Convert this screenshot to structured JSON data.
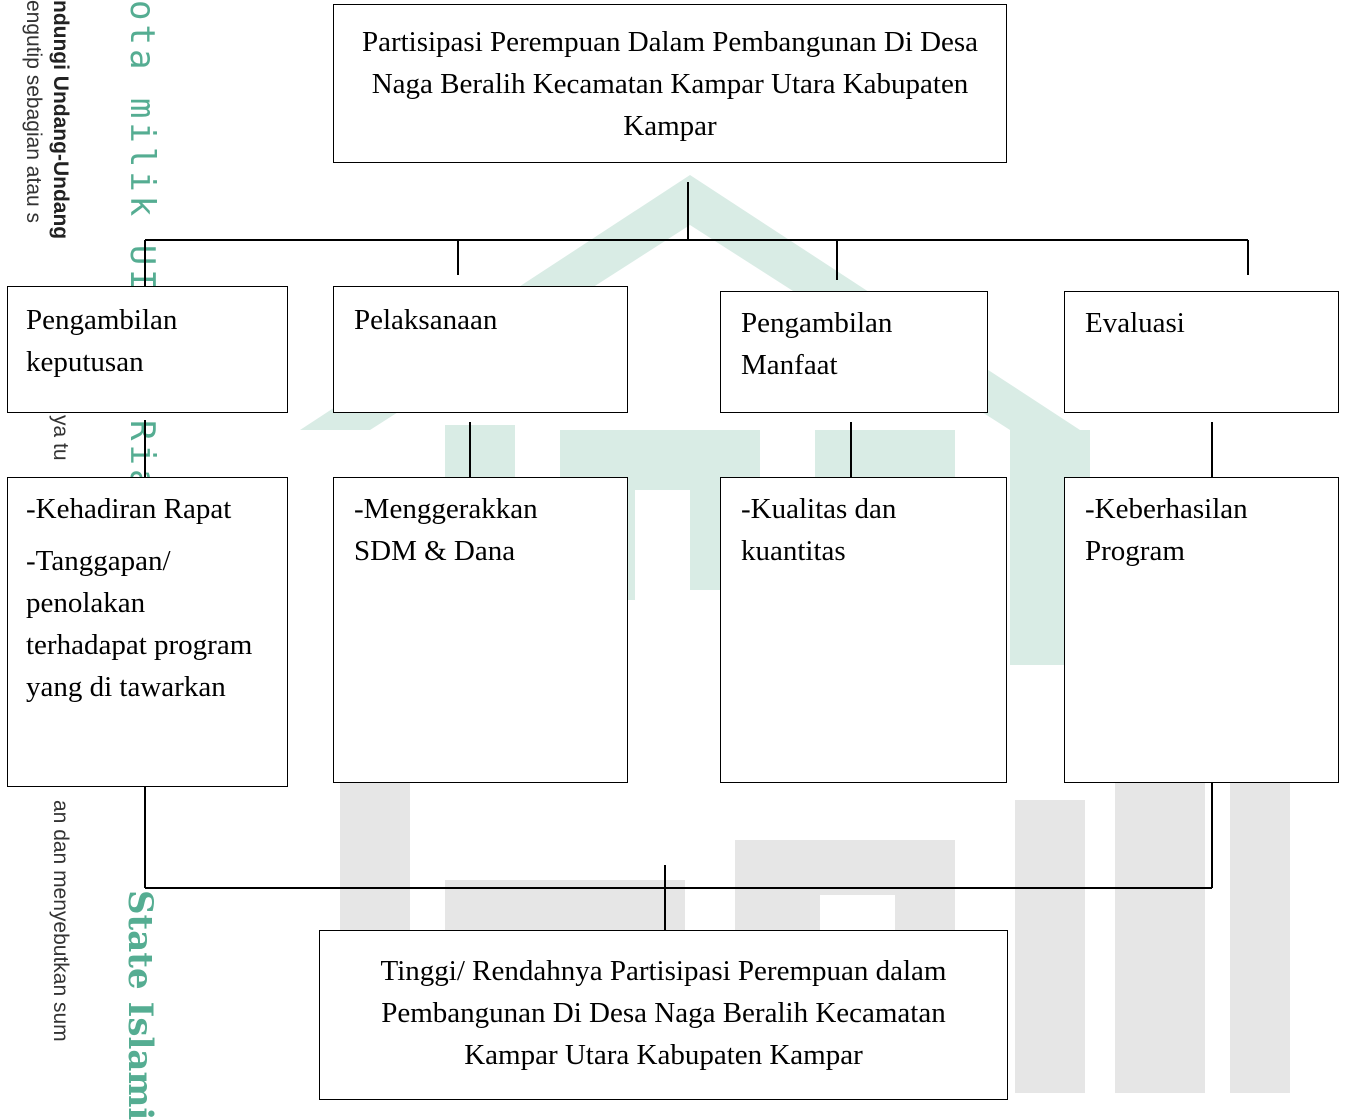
{
  "watermark": {
    "side_text_1": "ndungi Undang-Undang",
    "side_text_2": "engutip sebagian atau s",
    "side_text_3": "ya tu",
    "side_text_4": "an dan menyebutkan sum",
    "green_top": "ota milik UIN S",
    "green_mid": "Riau",
    "green_bottom": "State Islami",
    "colors": {
      "green": "#55ad92",
      "watermark_green": "#d9ece5",
      "watermark_gray": "#e6e6e6"
    }
  },
  "diagram": {
    "top_box": "Partisipasi Perempuan Dalam Pembangunan Di Desa Naga Beralih Kecamatan Kampar Utara Kabupaten Kampar",
    "categories": [
      {
        "label": "Pengambilan keputusan",
        "indicators": [
          "-Kehadiran Rapat",
          "-Tanggapan/ penolakan terhadapat program yang di tawarkan"
        ]
      },
      {
        "label": "Pelaksanaan",
        "indicators": [
          "-Menggerakkan SDM & Dana"
        ]
      },
      {
        "label": "Pengambilan Manfaat",
        "indicators": [
          "-Kualitas dan kuantitas"
        ]
      },
      {
        "label": "Evaluasi",
        "indicators": [
          "-Keberhasilan Program"
        ]
      }
    ],
    "bottom_box": "Tinggi/ Rendahnya Partisipasi Perempuan dalam Pembangunan Di Desa Naga Beralih Kecamatan Kampar Utara Kabupaten Kampar"
  }
}
